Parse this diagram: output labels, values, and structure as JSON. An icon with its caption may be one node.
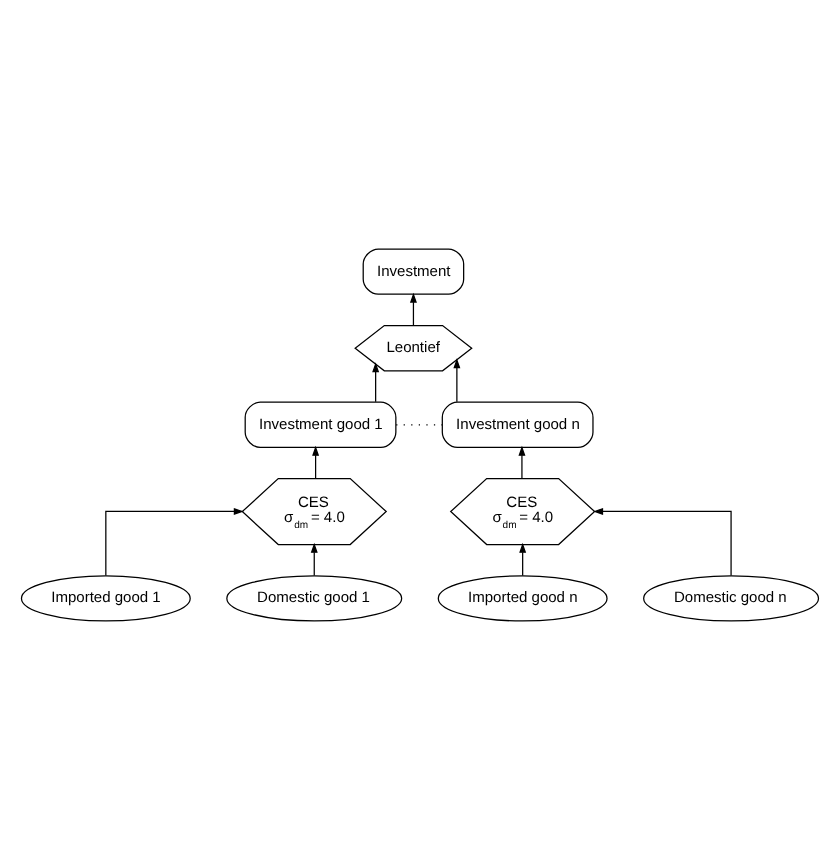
{
  "diagram": {
    "nodes": [
      {
        "text": [
          "Investment"
        ]
      },
      {
        "text": [
          "Leontief"
        ]
      },
      {
        "text": [
          "Investment good 1"
        ]
      },
      {
        "text": [
          "Investment good n"
        ]
      },
      {
        "text": [
          "CES",
          "σ$_{dm}$ = 4.0"
        ]
      },
      {
        "text": [
          "CES",
          "σ$_{dm}$ = 4.0"
        ]
      },
      {
        "text": [
          "Imported good 1"
        ]
      },
      {
        "text": [
          "Domestic good 1"
        ]
      },
      {
        "text": [
          "Imported good n"
        ]
      },
      {
        "text": [
          "Domestic good n"
        ]
      }
    ],
    "edges": [
      {
        "from": 1,
        "to": 0,
        "arrow": "to"
      },
      {
        "from": 2,
        "to": 1,
        "arrow": "to"
      },
      {
        "from": 3,
        "to": 1,
        "arrow": "to"
      },
      {
        "from": 2,
        "to": 3,
        "arrow": "none",
        "style": "dashed"
      },
      {
        "from": 4,
        "to": 2,
        "arrow": "to"
      },
      {
        "from": 5,
        "to": 3,
        "arrow": "to"
      },
      {
        "from": 6,
        "to": 4,
        "arrow": "to"
      },
      {
        "from": 7,
        "to": 4,
        "arrow": "to"
      },
      {
        "from": 8,
        "to": 5,
        "arrow": "to"
      },
      {
        "from": 9,
        "to": 5,
        "arrow": "to"
      }
    ]
  }
}
